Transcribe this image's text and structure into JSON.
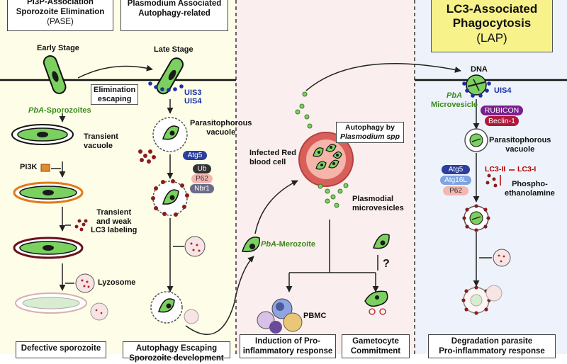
{
  "panels": {
    "pase": {
      "title_line1": "PI3P-Association",
      "title_line2": "Sporozoite Elimination",
      "title_abbr": "(PASE)",
      "early_stage": "Early Stage",
      "elimination_line1": "Elimination",
      "elimination_line2": "escaping",
      "sporozoites_prefix": "PbA",
      "sporozoites_suffix": "-Sporozoites",
      "transient_vacuole_line1": "Transient",
      "transient_vacuole_line2": "vacuole",
      "pi3k": "PI3K",
      "transient_weak_line1": "Transient",
      "transient_weak_line2": "and weak",
      "transient_weak_line3": "LC3 labeling",
      "lyzosome": "Lyzosome",
      "bottom_label": "Defective sporozoite"
    },
    "autophagy": {
      "title_line1": "Plasmodium Associated",
      "title_line2": "Autophagy-related",
      "late_stage": "Late Stage",
      "uis3": "UIS3",
      "uis4": "UIS4",
      "pv_line1": "Parasitophorous",
      "pv_line2": "vacuole",
      "atg5": "Atg5",
      "ub": "Ub",
      "p62": "P62",
      "nbr1": "Nbr1",
      "bottom_label_line1": "Autophagy Escaping",
      "bottom_label_line2": "Sporozoite development"
    },
    "blood": {
      "autophagy_by_line1": "Autophagy by",
      "autophagy_by_line2": "Plasmodium spp",
      "infected_rbc_line1": "Infected Red",
      "infected_rbc_line2": "blood cell",
      "plasmodial_line1": "Plasmodial",
      "plasmodial_line2": "microvesicles",
      "merozoite_prefix": "PbA",
      "merozoite_suffix": "-Merozoite",
      "question": "?",
      "pbmc": "PBMC",
      "bottom_left_line1": "Induction of Pro-",
      "bottom_left_line2": "inflammatory response",
      "bottom_right_line1": "Gametocyte",
      "bottom_right_line2": "Commitment"
    },
    "lap": {
      "title_line1": "LC3-Associated",
      "title_line2": "Phagocytosis",
      "title_abbr": "(LAP)",
      "dna": "DNA",
      "microvesicle_prefix": "PbA",
      "microvesicle_suffix": "Microvesicle",
      "uis4": "UIS4",
      "rubicon": "RUBICON",
      "beclin": "Beclin-1",
      "pv_line1": "Parasitophorous",
      "pv_line2": "vacuole",
      "atg5": "Atg5",
      "atg16l": "Atg16L",
      "p62": "P62",
      "lc3ii": "LC3-II",
      "lc3i": "LC3-I",
      "phospho_line1": "Phospho-",
      "phospho_line2": "ethanolamine",
      "bottom_label_line1": "Degradation parasite",
      "bottom_label_line2": "Pro-inflammatory response"
    }
  },
  "colors": {
    "panel1_bg": "#fdfde8",
    "panel3_bg": "#fbeeee",
    "panel4_bg": "#eef3fb",
    "lap_title_bg": "#f7f28a",
    "parasite_green": "#7bd15f",
    "parasite_dark": "#1a1a1a",
    "uis_blue": "#1b2fa8",
    "rbc_red": "#d9605a",
    "rubicon": "#7a1f8f",
    "beclin": "#b0183a",
    "atg5": "#2a3f9e",
    "atg16l": "#7fa4e0",
    "p62": "#f4b6b0",
    "ub": "#333333",
    "nbr1": "#6a6a8a"
  }
}
